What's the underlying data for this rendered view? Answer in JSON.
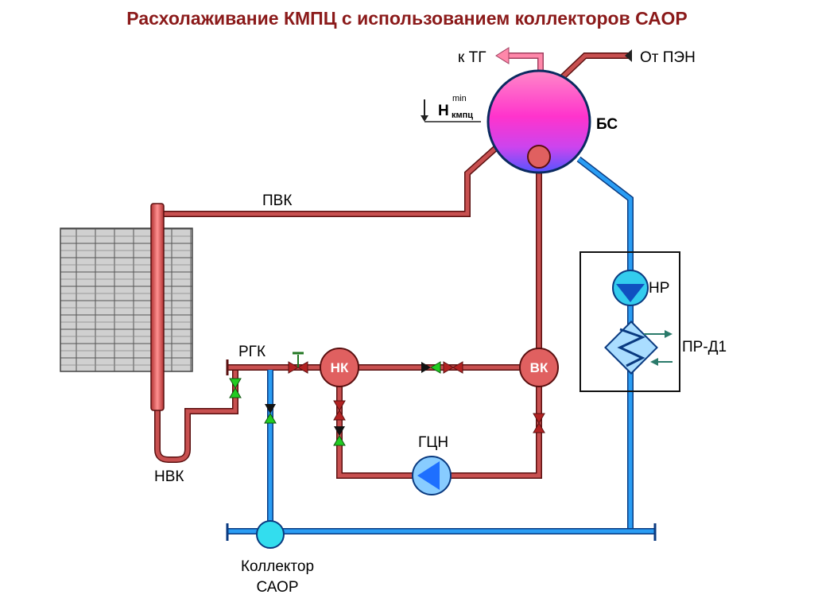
{
  "title": "Расхолаживание КМПЦ с использованием коллекторов САОР",
  "labels": {
    "to_tg": "к ТГ",
    "from_pen": "От ПЭН",
    "level_h": "H",
    "level_sup": "min",
    "level_sub": "кмпц",
    "bs": "БС",
    "pvk": "ПВК",
    "nr": "НР",
    "pr_d1": "ПР-Д1",
    "rgk": "РГК",
    "nk": "НК",
    "vk": "ВК",
    "gcn": "ГЦН",
    "nvk": "НВК",
    "collector_line1": "Коллектор",
    "collector_line2": "САОР"
  },
  "colors": {
    "title": "#8b1a1a",
    "hot_pipe": "#c85050",
    "pipe_outline": "#5a1010",
    "cold_pipe": "#2a9df4",
    "cold_outline": "#0a3a80",
    "header_fill": "#e06060",
    "collector_fill": "#33ddee",
    "valve_closed": "#b22222",
    "valve_open": "#22cc22",
    "pump": "#1e6fff"
  },
  "icons": [
    "drum-separator-icon",
    "fuel-channel-icon",
    "pump-icon",
    "heat-exchanger-icon",
    "valve-icon",
    "level-arrow-icon",
    "arrow-up-icon"
  ]
}
